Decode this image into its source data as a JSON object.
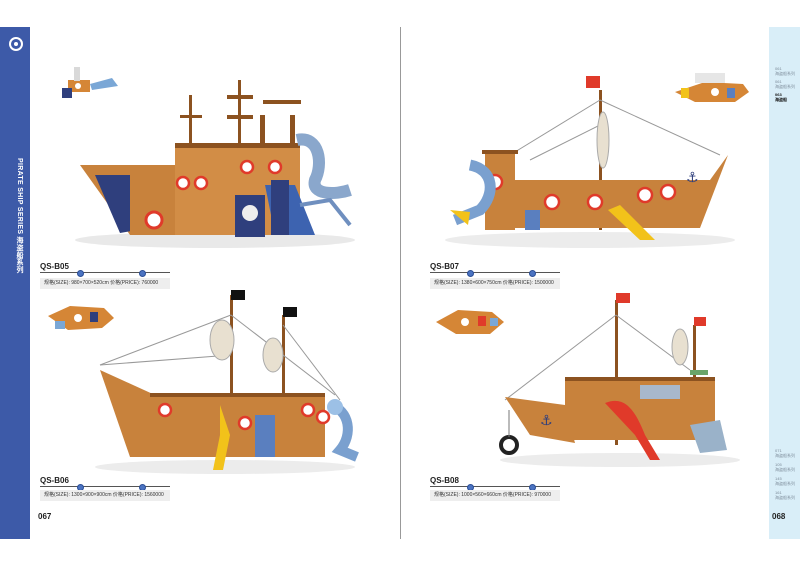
{
  "left_page": {
    "series_title": "PIRATE SHIP SERIES 海盗船系列",
    "page_number": "067"
  },
  "right_page": {
    "page_number": "068",
    "index_top": [
      {
        "code": "061",
        "label": "海盗船系列",
        "active": false
      },
      {
        "code": "061",
        "label": "海盗船系列",
        "active": false
      },
      {
        "code": "063",
        "label": "海盗船",
        "active": true
      }
    ],
    "index_bottom": [
      {
        "code": "071",
        "label": "海盗船系列"
      },
      {
        "code": "105",
        "label": "海盗船系列"
      },
      {
        "code": "145",
        "label": "海盗船系列"
      },
      {
        "code": "161",
        "label": "海盗船系列"
      }
    ]
  },
  "products": [
    {
      "code": "QS-B05",
      "spec": "规格(SIZE): 980×700×520cm   价格(PRICE): 760000"
    },
    {
      "code": "QS-B06",
      "spec": "规格(SIZE): 1300×900×900cm   价格(PRICE): 1560000"
    },
    {
      "code": "QS-B07",
      "spec": "规格(SIZE): 1380×600×750cm   价格(PRICE): 1500000"
    },
    {
      "code": "QS-B08",
      "spec": "规格(SIZE): 1000×560×660cm   价格(PRICE): 970000"
    }
  ],
  "colors": {
    "sidebar_blue": "#3d5aa8",
    "index_bg": "#d9eef8",
    "wood": "#c8823c",
    "wood_dark": "#8c5220",
    "flag_red": "#e03a2a",
    "slide_yellow": "#f2c21a",
    "slide_blue": "#5a7fbf",
    "navy": "#2f3f7d"
  }
}
